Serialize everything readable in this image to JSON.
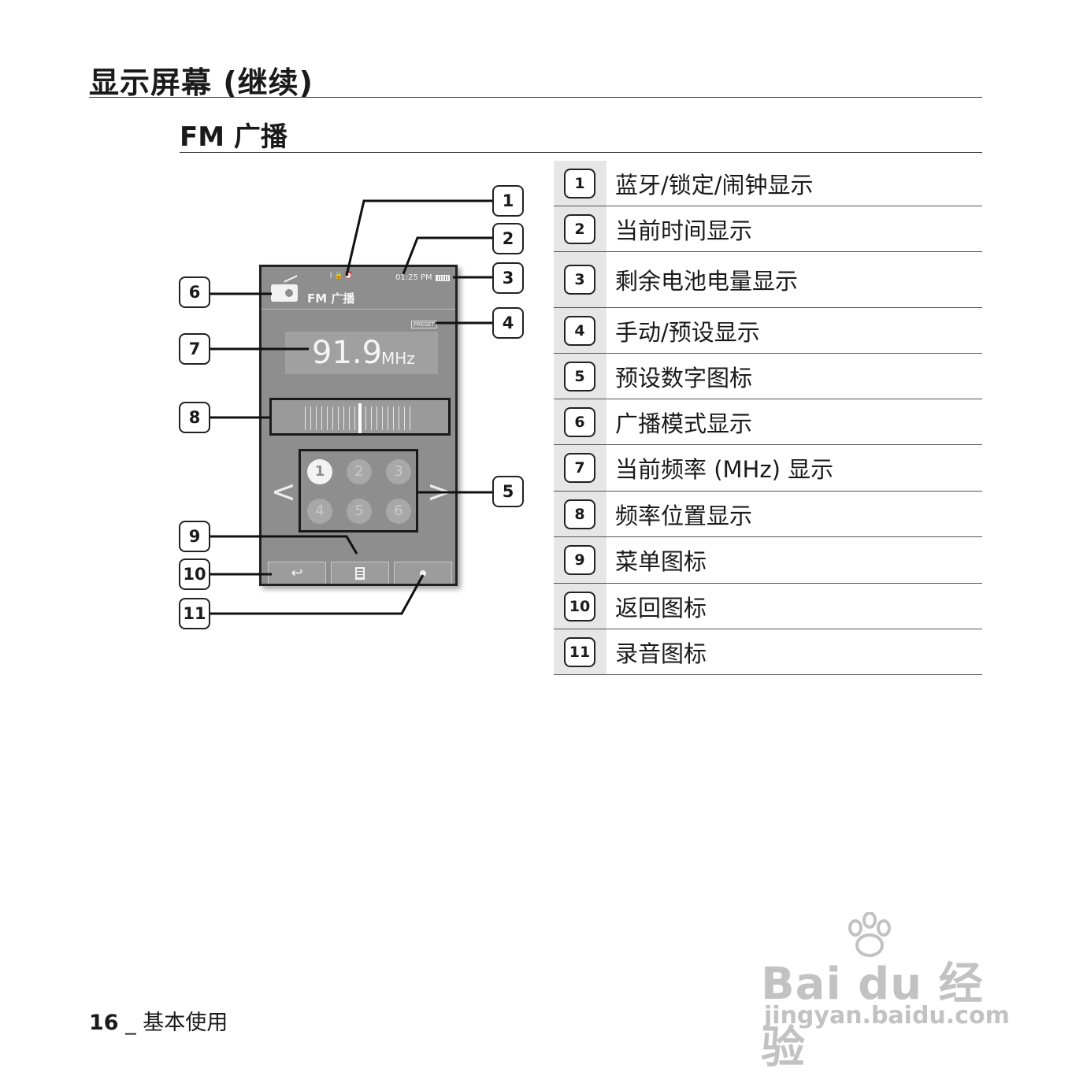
{
  "page": {
    "title": "显示屏幕 (继续)",
    "section_title": "FM 广播"
  },
  "device": {
    "status_icons": "ᛒ🔒⏰",
    "time": "01:25 PM",
    "mode_label": "FM 广播",
    "preset_badge": "PRESET",
    "frequency": "91.9",
    "frequency_unit": "MHz",
    "presets": [
      "1",
      "2",
      "3",
      "4",
      "5",
      "6"
    ],
    "active_preset": "1",
    "arrow_left": "<",
    "arrow_right": ">",
    "back_glyph": "↩"
  },
  "callouts": [
    "1",
    "2",
    "3",
    "4",
    "5",
    "6",
    "7",
    "8",
    "9",
    "10",
    "11"
  ],
  "legend": [
    {
      "num": "1",
      "text": "蓝牙/锁定/闹钟显示"
    },
    {
      "num": "2",
      "text": "当前时间显示"
    },
    {
      "num": "3",
      "text": "剩余电池电量显示"
    },
    {
      "num": "4",
      "text": "手动/预设显示"
    },
    {
      "num": "5",
      "text": "预设数字图标"
    },
    {
      "num": "6",
      "text": "广播模式显示"
    },
    {
      "num": "7",
      "text": "当前频率 (MHz) 显示"
    },
    {
      "num": "8",
      "text": "频率位置显示"
    },
    {
      "num": "9",
      "text": "菜单图标"
    },
    {
      "num": "10",
      "text": "返回图标"
    },
    {
      "num": "11",
      "text": "录音图标"
    }
  ],
  "footer": {
    "page_number": "16",
    "separator": " _ ",
    "section": "基本使用"
  },
  "watermark": {
    "logo": "Bai du 经验",
    "url": "jingyan.baidu.com"
  }
}
